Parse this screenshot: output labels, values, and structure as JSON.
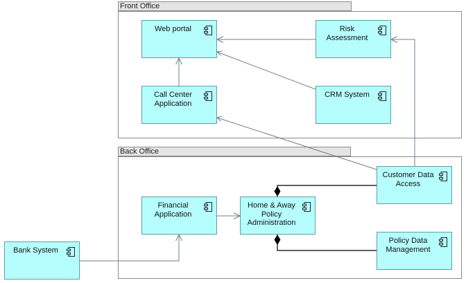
{
  "groups": {
    "front_office": {
      "title": "Front Office"
    },
    "back_office": {
      "title": "Back Office"
    }
  },
  "components": {
    "web_portal": {
      "label": "Web portal"
    },
    "risk_assessment": {
      "label": "Risk\nAssessment"
    },
    "call_center": {
      "label": "Call Center\nApplication"
    },
    "crm_system": {
      "label": "CRM System"
    },
    "customer_data_access": {
      "label": "Customer Data\nAccess"
    },
    "financial_application": {
      "label": "Financial\nApplication"
    },
    "home_away": {
      "label": "Home & Away\nPolicy\nAdministration"
    },
    "policy_data_management": {
      "label": "Policy Data\nManagement"
    },
    "bank_system": {
      "label": "Bank System"
    }
  },
  "colors": {
    "component_fill": "#b6fefe",
    "component_border": "#5d9ea2",
    "connector_thin": "#6f7f8c",
    "connector_composition": "#000000",
    "group_tab_fill": "#e4e4e4"
  }
}
